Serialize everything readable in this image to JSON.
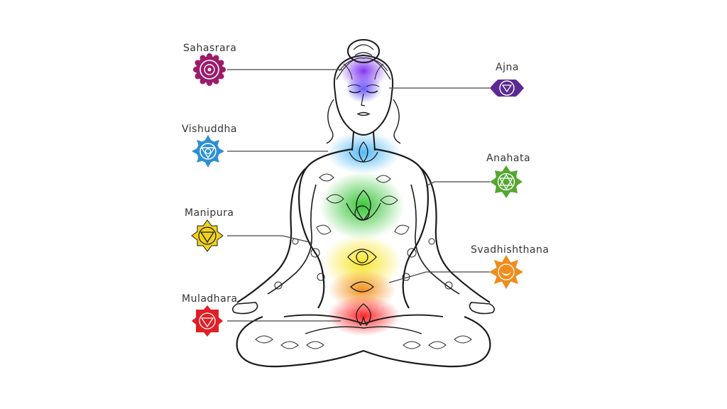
{
  "chakras": [
    {
      "key": "sahasrara",
      "name": "Sahasrara",
      "color": "#9c1b6b",
      "icon": "lotus-icon",
      "side": "left"
    },
    {
      "key": "ajna",
      "name": "Ajna",
      "color": "#5b2a91",
      "icon": "two-petal-lotus-icon",
      "side": "right"
    },
    {
      "key": "vishuddha",
      "name": "Vishuddha",
      "color": "#2d8fd3",
      "icon": "circle-triangle-lotus-icon",
      "side": "left"
    },
    {
      "key": "anahata",
      "name": "Anahata",
      "color": "#56a630",
      "icon": "hexagram-lotus-icon",
      "side": "right"
    },
    {
      "key": "manipura",
      "name": "Manipura",
      "color": "#f2d31b",
      "icon": "triangle-lotus-icon",
      "side": "left"
    },
    {
      "key": "svadhishthana",
      "name": "Svadhishthana",
      "color": "#ef8c1c",
      "icon": "crescent-lotus-icon",
      "side": "right"
    },
    {
      "key": "muladhara",
      "name": "Muladhara",
      "color": "#e01f26",
      "icon": "square-triangle-lotus-icon",
      "side": "left"
    }
  ],
  "figure": {
    "icon": "meditating-woman-icon"
  }
}
